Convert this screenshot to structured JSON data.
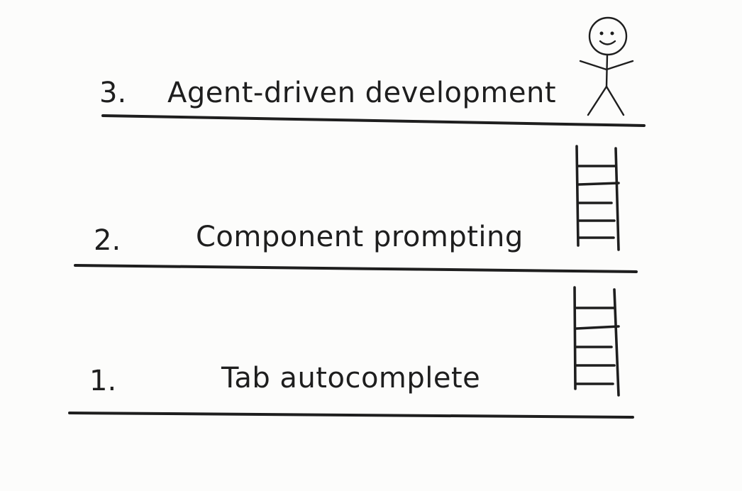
{
  "levels": [
    {
      "number": "1.",
      "label": "Tab autocomplete"
    },
    {
      "number": "2.",
      "label": "Component prompting"
    },
    {
      "number": "3.",
      "label": "Agent-driven development"
    }
  ],
  "icons": {
    "ladder_1": "ladder-icon",
    "ladder_2": "ladder-icon",
    "person": "stick-figure-icon"
  },
  "colors": {
    "background": "#fcfcfb",
    "ink": "#1e1e1e"
  }
}
